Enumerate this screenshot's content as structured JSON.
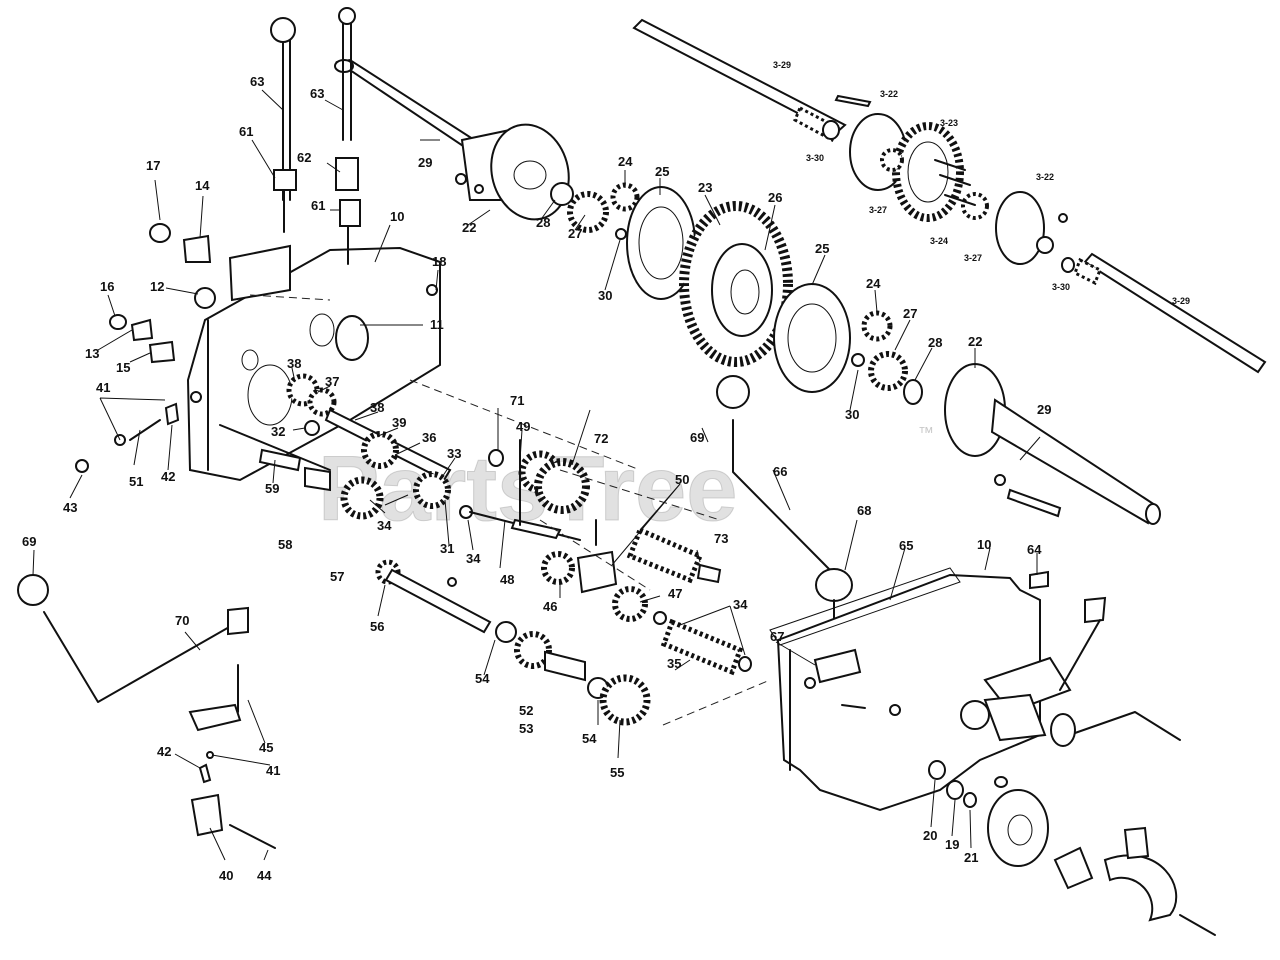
{
  "watermark": {
    "text": "PartsTree",
    "mark": "™"
  },
  "callouts": [
    {
      "id": "c-63a",
      "text": "63"
    },
    {
      "id": "c-63b",
      "text": "63"
    },
    {
      "id": "c-61a",
      "text": "61"
    },
    {
      "id": "c-61b",
      "text": "61"
    },
    {
      "id": "c-62",
      "text": "62"
    },
    {
      "id": "c-29a",
      "text": "29"
    },
    {
      "id": "c-17",
      "text": "17"
    },
    {
      "id": "c-14",
      "text": "14"
    },
    {
      "id": "c-10a",
      "text": "10"
    },
    {
      "id": "c-18",
      "text": "18"
    },
    {
      "id": "c-16",
      "text": "16"
    },
    {
      "id": "c-12",
      "text": "12"
    },
    {
      "id": "c-11",
      "text": "11"
    },
    {
      "id": "c-13",
      "text": "13"
    },
    {
      "id": "c-15",
      "text": "15"
    },
    {
      "id": "c-22a",
      "text": "22"
    },
    {
      "id": "c-28a",
      "text": "28"
    },
    {
      "id": "c-27a",
      "text": "27"
    },
    {
      "id": "c-24a",
      "text": "24"
    },
    {
      "id": "c-25a",
      "text": "25"
    },
    {
      "id": "c-23",
      "text": "23"
    },
    {
      "id": "c-26",
      "text": "26"
    },
    {
      "id": "c-30a",
      "text": "30"
    },
    {
      "id": "c-25b",
      "text": "25"
    },
    {
      "id": "c-24b",
      "text": "24"
    },
    {
      "id": "c-27b",
      "text": "27"
    },
    {
      "id": "c-28b",
      "text": "28"
    },
    {
      "id": "c-22b",
      "text": "22"
    },
    {
      "id": "c-30b",
      "text": "30"
    },
    {
      "id": "c-29b",
      "text": "29"
    },
    {
      "id": "c-38a",
      "text": "38"
    },
    {
      "id": "c-37",
      "text": "37"
    },
    {
      "id": "c-38b",
      "text": "38"
    },
    {
      "id": "c-39",
      "text": "39"
    },
    {
      "id": "c-32",
      "text": "32"
    },
    {
      "id": "c-36",
      "text": "36"
    },
    {
      "id": "c-41a",
      "text": "41"
    },
    {
      "id": "c-33",
      "text": "33"
    },
    {
      "id": "c-51",
      "text": "51"
    },
    {
      "id": "c-42a",
      "text": "42"
    },
    {
      "id": "c-43",
      "text": "43"
    },
    {
      "id": "c-59",
      "text": "59"
    },
    {
      "id": "c-34a",
      "text": "34"
    },
    {
      "id": "c-31",
      "text": "31"
    },
    {
      "id": "c-34b",
      "text": "34"
    },
    {
      "id": "c-58",
      "text": "58"
    },
    {
      "id": "c-57",
      "text": "57"
    },
    {
      "id": "c-71",
      "text": "71"
    },
    {
      "id": "c-72",
      "text": "72"
    },
    {
      "id": "c-49",
      "text": "49"
    },
    {
      "id": "c-48",
      "text": "48"
    },
    {
      "id": "c-50",
      "text": "50"
    },
    {
      "id": "c-69a",
      "text": "69"
    },
    {
      "id": "c-66",
      "text": "66"
    },
    {
      "id": "c-73",
      "text": "73"
    },
    {
      "id": "c-46",
      "text": "46"
    },
    {
      "id": "c-47",
      "text": "47"
    },
    {
      "id": "c-68",
      "text": "68"
    },
    {
      "id": "c-65",
      "text": "65"
    },
    {
      "id": "c-10b",
      "text": "10"
    },
    {
      "id": "c-64",
      "text": "64"
    },
    {
      "id": "c-56",
      "text": "56"
    },
    {
      "id": "c-34c",
      "text": "34"
    },
    {
      "id": "c-35",
      "text": "35"
    },
    {
      "id": "c-67",
      "text": "67"
    },
    {
      "id": "c-54a",
      "text": "54"
    },
    {
      "id": "c-52",
      "text": "52"
    },
    {
      "id": "c-53",
      "text": "53"
    },
    {
      "id": "c-54b",
      "text": "54"
    },
    {
      "id": "c-55",
      "text": "55"
    },
    {
      "id": "c-69b",
      "text": "69"
    },
    {
      "id": "c-70",
      "text": "70"
    },
    {
      "id": "c-45",
      "text": "45"
    },
    {
      "id": "c-42b",
      "text": "42"
    },
    {
      "id": "c-41b",
      "text": "41"
    },
    {
      "id": "c-40",
      "text": "40"
    },
    {
      "id": "c-44",
      "text": "44"
    },
    {
      "id": "c-20",
      "text": "20"
    },
    {
      "id": "c-19",
      "text": "19"
    },
    {
      "id": "c-21",
      "text": "21"
    },
    {
      "id": "c-3-29a",
      "text": "3-29"
    },
    {
      "id": "c-3-22a",
      "text": "3-22"
    },
    {
      "id": "c-3-23",
      "text": "3-23"
    },
    {
      "id": "c-3-30a",
      "text": "3-30"
    },
    {
      "id": "c-3-27a",
      "text": "3-27"
    },
    {
      "id": "c-3-24",
      "text": "3-24"
    },
    {
      "id": "c-3-27b",
      "text": "3-27"
    },
    {
      "id": "c-3-22b",
      "text": "3-22"
    },
    {
      "id": "c-3-30b",
      "text": "3-30"
    },
    {
      "id": "c-3-29b",
      "text": "3-29"
    }
  ]
}
